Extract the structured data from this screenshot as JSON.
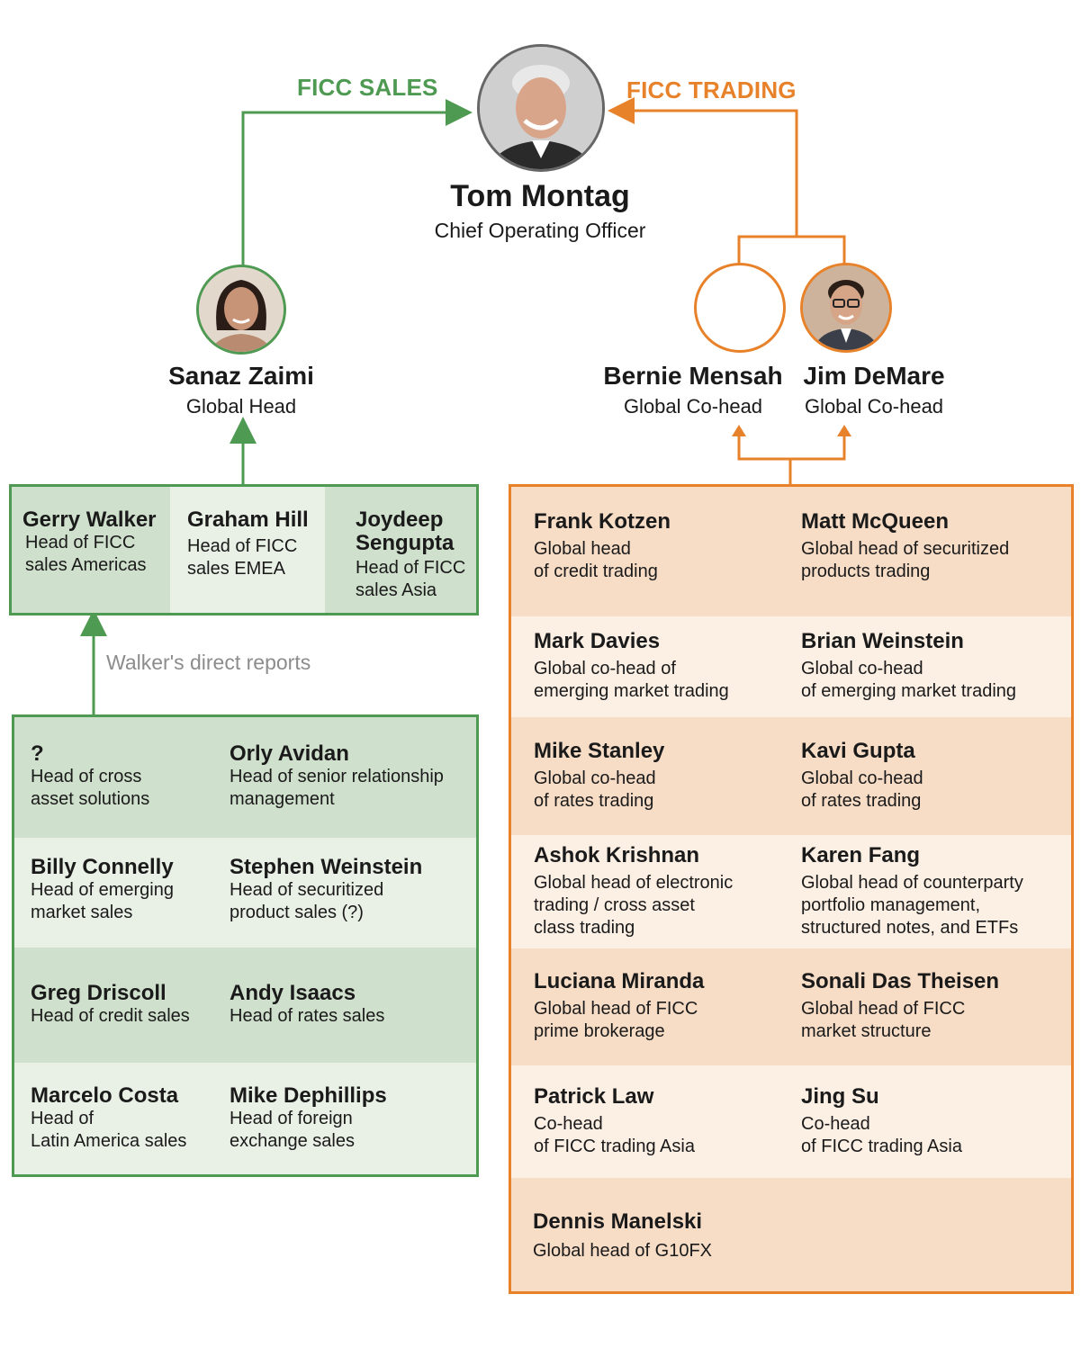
{
  "colors": {
    "green": "#4f9a52",
    "orange": "#e8822a",
    "green_dark_row": "#cfe0cc",
    "green_light_row": "#e9f0e6",
    "orange_dark_row": "#f7dcc6",
    "orange_light_row": "#fcefe4"
  },
  "branches": {
    "sales_label": "FICC SALES",
    "trading_label": "FICC TRADING"
  },
  "top": {
    "name": "Tom Montag",
    "title": "Chief Operating Officer",
    "photo_icon": "person-photo-icon"
  },
  "sales_head": {
    "name": "Sanaz Zaimi",
    "title": "Global Head"
  },
  "trading_heads": [
    {
      "name": "Bernie Mensah",
      "title": "Global Co-head"
    },
    {
      "name": "Jim DeMare",
      "title": "Global Co-head"
    }
  ],
  "sales_regions": [
    {
      "name": "Gerry Walker",
      "title": "Head of FICC\nsales Americas"
    },
    {
      "name": "Graham Hill",
      "title": "Head of FICC\nsales EMEA"
    },
    {
      "name": "Joydeep\nSengupta",
      "title": "Head of FICC\nsales Asia"
    }
  ],
  "direct_reports_label": "Walker's direct reports",
  "walker_reports": [
    [
      {
        "name": "?",
        "title": "Head of cross\nasset solutions"
      },
      {
        "name": "Orly Avidan",
        "title": "Head of senior relationship\nmanagement"
      }
    ],
    [
      {
        "name": "Billy Connelly",
        "title": "Head of emerging\nmarket sales"
      },
      {
        "name": "Stephen Weinstein",
        "title": "Head of securitized\nproduct sales (?)"
      }
    ],
    [
      {
        "name": "Greg Driscoll",
        "title": "Head of credit sales"
      },
      {
        "name": "Andy Isaacs",
        "title": "Head of rates sales"
      }
    ],
    [
      {
        "name": "Marcelo Costa",
        "title": "Head of\nLatin America sales"
      },
      {
        "name": "Mike Dephillips",
        "title": "Head of foreign\nexchange sales"
      }
    ]
  ],
  "trading_reports": [
    [
      {
        "name": "Frank Kotzen",
        "title": "Global head\nof credit trading"
      },
      {
        "name": "Matt McQueen",
        "title": "Global head of securitized\nproducts trading"
      }
    ],
    [
      {
        "name": "Mark Davies",
        "title": "Global co-head of\nemerging market trading"
      },
      {
        "name": "Brian Weinstein",
        "title": "Global co-head\nof emerging market trading"
      }
    ],
    [
      {
        "name": "Mike Stanley",
        "title": "Global co-head\nof rates trading"
      },
      {
        "name": "Kavi Gupta",
        "title": "Global co-head\nof rates trading"
      }
    ],
    [
      {
        "name": "Ashok Krishnan",
        "title": "Global head of electronic\ntrading / cross asset\nclass trading"
      },
      {
        "name": "Karen Fang",
        "title": "Global head of counterparty\nportfolio management,\nstructured  notes, and ETFs"
      }
    ],
    [
      {
        "name": "Luciana Miranda",
        "title": "Global head of FICC\nprime brokerage"
      },
      {
        "name": "Sonali Das Theisen",
        "title": "Global head of FICC\nmarket structure"
      }
    ],
    [
      {
        "name": "Patrick Law",
        "title": "Co-head\nof FICC trading Asia"
      },
      {
        "name": "Jing Su",
        "title": "Co-head\nof FICC trading Asia"
      }
    ],
    [
      {
        "name": "Dennis Manelski",
        "title": "Global head of G10FX"
      }
    ]
  ]
}
